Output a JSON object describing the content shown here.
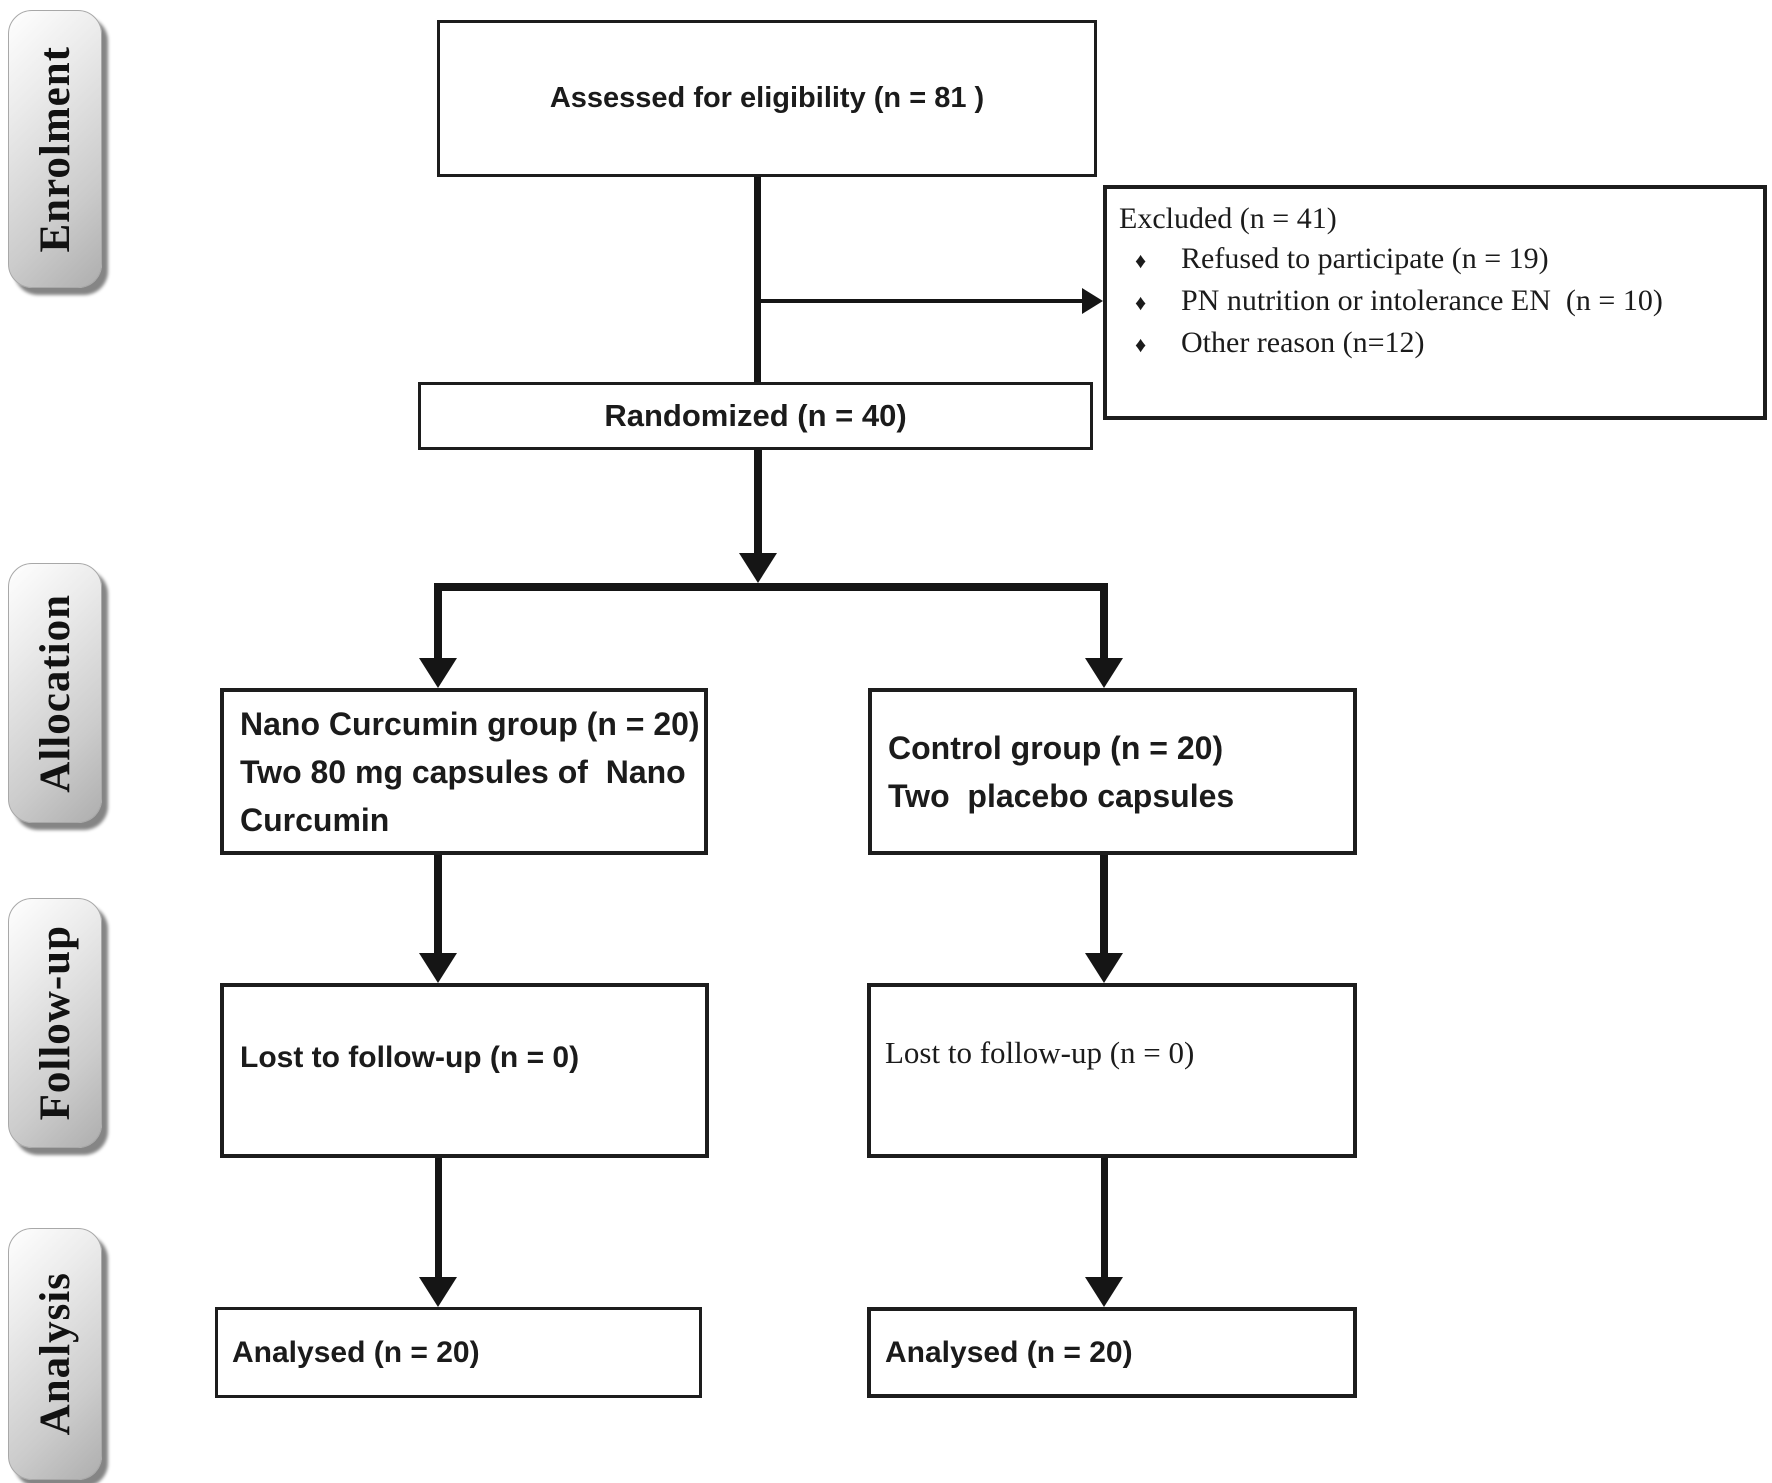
{
  "stages": [
    {
      "label": "Enrolment"
    },
    {
      "label": "Allocation"
    },
    {
      "label": "Follow-up"
    },
    {
      "label": "Analysis"
    }
  ],
  "boxes": {
    "assessed": {
      "text": "Assessed for eligibility (n = 81 )"
    },
    "excluded": {
      "title": "Excluded (n = 41)",
      "bullet": "♦",
      "items": [
        "Refused to participate (n = 19)",
        "PN nutrition or intolerance EN  (n = 10)",
        "Other reason (n=12)"
      ]
    },
    "randomized": {
      "text": "Randomized (n = 40)"
    },
    "allocation_left": {
      "lines": [
        "Nano Curcumin group (n = 20)",
        "Two 80 mg capsules of  Nano",
        "Curcumin"
      ]
    },
    "allocation_right": {
      "lines": [
        "Control group (n = 20)",
        "Two  placebo capsules"
      ]
    },
    "followup_left": {
      "text": "Lost to follow-up (n = 0)"
    },
    "followup_right": {
      "text": "Lost to follow-up (n = 0)"
    },
    "analysis_left": {
      "text": "Analysed (n = 20)"
    },
    "analysis_right": {
      "text": "Analysed (n = 20)"
    }
  },
  "colors": {
    "line": "#151515",
    "box_border": "#1d1d1d",
    "stage_fill_light": "#ececec",
    "stage_fill_dark": "#aeaeae",
    "stage_shadow": "#858585",
    "background": "#ffffff"
  }
}
